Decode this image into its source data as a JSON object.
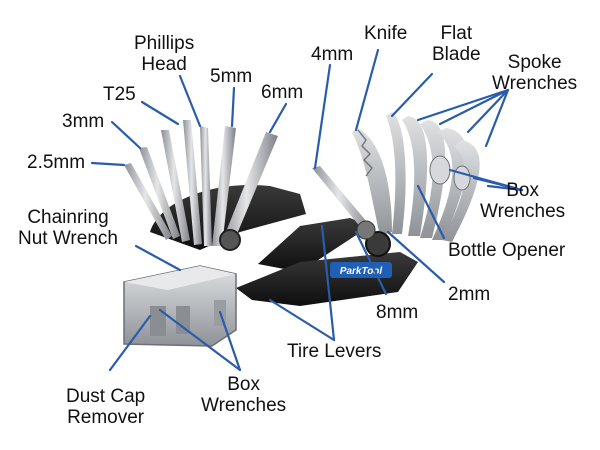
{
  "labels": {
    "phillips_head": [
      "Phillips",
      "Head"
    ],
    "t25": "T25",
    "mm3": "3mm",
    "mm25": "2.5mm",
    "mm5": "5mm",
    "mm6": "6mm",
    "mm4": "4mm",
    "knife": "Knife",
    "flat_blade": [
      "Flat",
      "Blade"
    ],
    "spoke_wrenches": [
      "Spoke",
      "Wrenches"
    ],
    "box_wrenches_right": [
      "Box",
      "Wrenches"
    ],
    "bottle_opener": "Bottle Opener",
    "chainring_nut_wrench": [
      "Chainring",
      "Nut Wrench"
    ],
    "mm2": "2mm",
    "mm8": "8mm",
    "tire_levers": "Tire Levers",
    "dust_cap_remover": [
      "Dust Cap",
      "Remover"
    ],
    "box_wrenches_left": [
      "Box",
      "Wrenches"
    ]
  },
  "brand_text": "ParkTool",
  "colors": {
    "leader_line": "#2a5caa",
    "label_text": "#111111",
    "body_black": "#1a1a1a",
    "steel": "#b9bcc0",
    "brand_blue": "#1f5fb5"
  }
}
